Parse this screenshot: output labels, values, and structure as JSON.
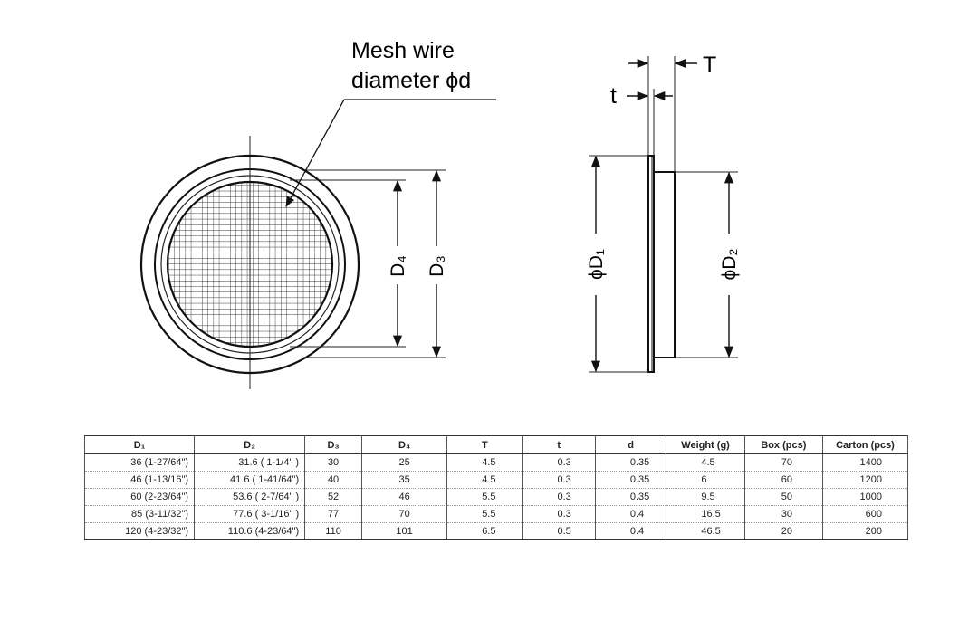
{
  "drawing": {
    "callout_line1": "Mesh wire",
    "callout_line2": "diameter ϕd",
    "label_D4": "D₄",
    "label_D3": "D₃",
    "label_D1": "ϕD₁",
    "label_D2": "ϕD₂",
    "label_T": "T",
    "label_t": "t"
  },
  "table": {
    "headers": [
      "D₁",
      "D₂",
      "D₃",
      "D₄",
      "T",
      "t",
      "d",
      "Weight (g)",
      "Box (pcs)",
      "Carton (pcs)"
    ],
    "rows": [
      [
        "36 (1-27/64\")",
        "31.6 (  1-1/4\"  )",
        "30",
        "25",
        "4.5",
        "0.3",
        "0.35",
        "4.5",
        "70",
        "1400"
      ],
      [
        "46 (1-13/16\")",
        "41.6 ( 1-41/64\")",
        "40",
        "35",
        "4.5",
        "0.3",
        "0.35",
        "6",
        "60",
        "1200"
      ],
      [
        "60 (2-23/64\")",
        "53.6 (  2-7/64\" )",
        "52",
        "46",
        "5.5",
        "0.3",
        "0.35",
        "9.5",
        "50",
        "1000"
      ],
      [
        "85 (3-11/32\")",
        "77.6 ( 3-1/16\" )",
        "77",
        "70",
        "5.5",
        "0.3",
        "0.4",
        "16.5",
        "30",
        "600"
      ],
      [
        "120 (4-23/32\")",
        "110.6 (4-23/64\")",
        "110",
        "101",
        "6.5",
        "0.5",
        "0.4",
        "46.5",
        "20",
        "200"
      ]
    ]
  }
}
